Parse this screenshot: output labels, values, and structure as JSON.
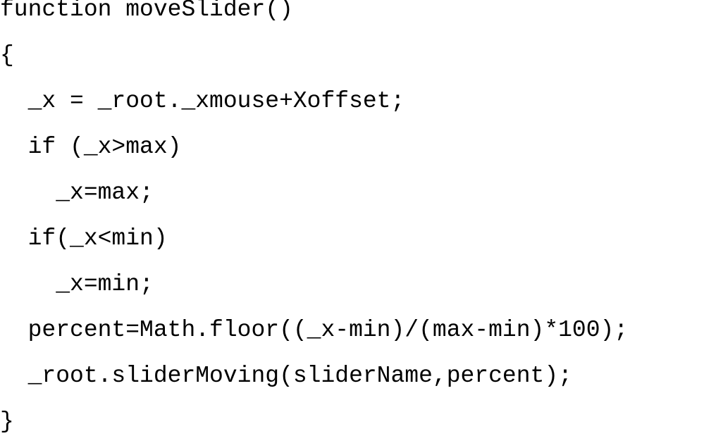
{
  "code": {
    "lines": [
      "function moveSlider()",
      "{",
      "  _x = _root._xmouse+Xoffset;",
      "  if (_x>max)",
      "    _x=max;",
      "  if(_x<min)",
      "    _x=min;",
      "  percent=Math.floor((_x-min)/(max-min)*100);",
      "  _root.sliderMoving(sliderName,percent);",
      "}"
    ]
  }
}
